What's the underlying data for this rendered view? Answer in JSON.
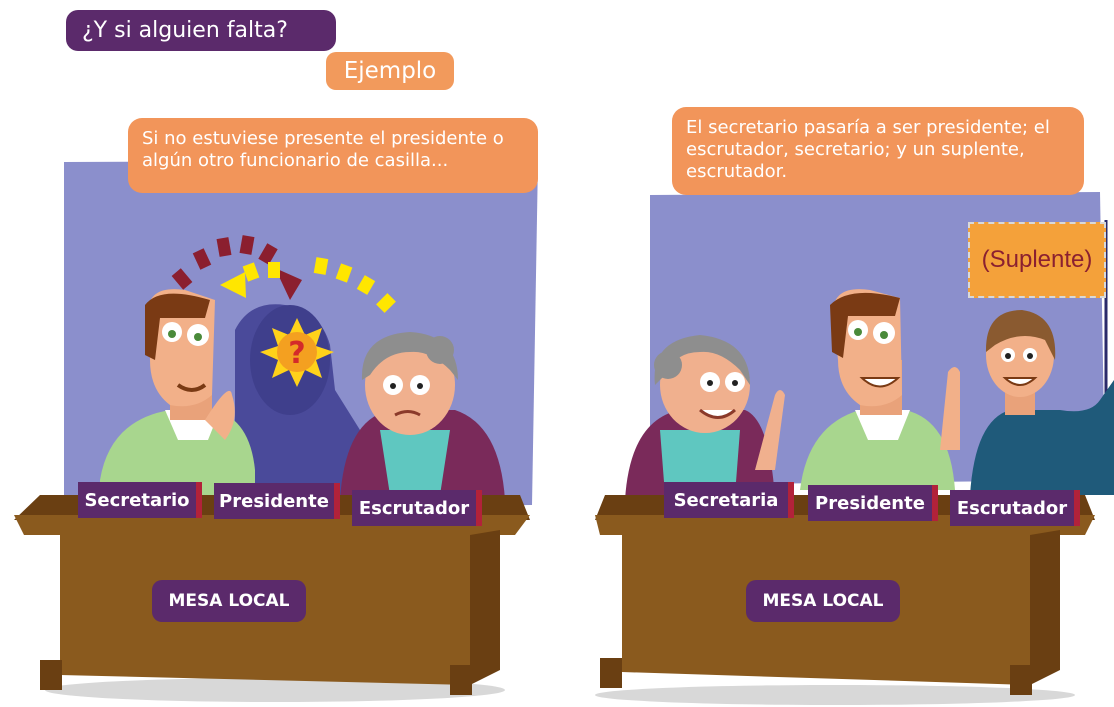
{
  "header": {
    "title": "¿Y si alguien falta?",
    "example_label": "Ejemplo"
  },
  "panel_left": {
    "bubble_text": "Si no estuviese presente el presidente o algún otro funcionario de casilla...",
    "question_mark": "?",
    "nameplates": [
      "Secretario",
      "Presidente",
      "Escrutador"
    ],
    "table_label": "MESA LOCAL"
  },
  "panel_right": {
    "bubble_text": "El secretario pasaría a ser presidente; el escrutador, secretario; y un suplente, escrutador.",
    "sign_text": "(Suplente)",
    "nameplates": [
      "Secretaria",
      "Presidente",
      "Escrutador"
    ],
    "table_label": "MESA LOCAL"
  },
  "colors": {
    "purple": "#5b2a6b",
    "orange": "#f2955a",
    "wall": "#8b8fcc",
    "desk": "#8a5a1e",
    "arrow_red": "#8b1f2f",
    "arrow_yellow": "#ffe600"
  }
}
